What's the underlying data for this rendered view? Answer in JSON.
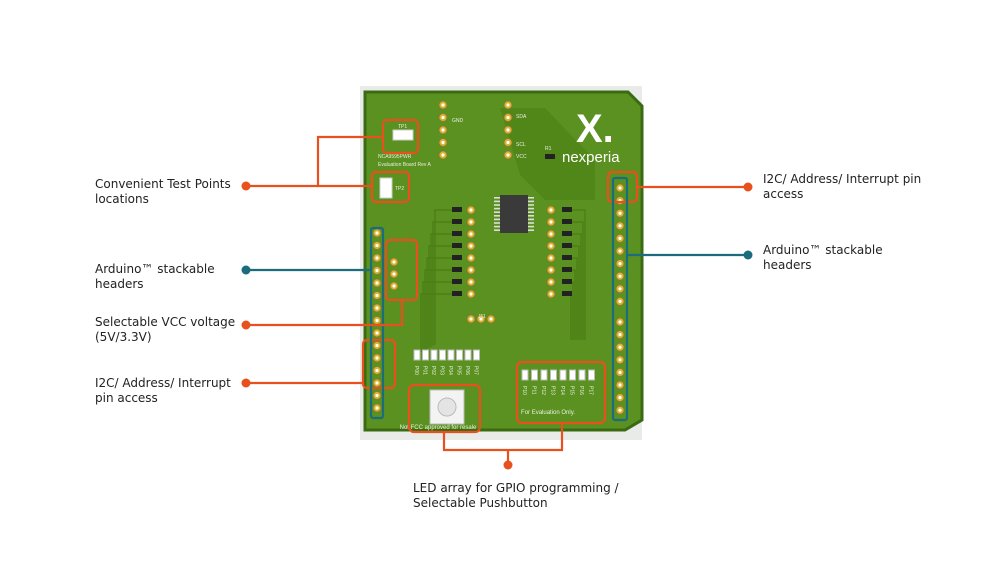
{
  "annotations": {
    "test_points": {
      "line1": "Convenient Test Points",
      "line2": "locations"
    },
    "arduino_left": {
      "line1": "Arduino™ stackable",
      "line2": "headers"
    },
    "vcc": {
      "line1": "Selectable VCC voltage",
      "line2": "(5V/3.3V)"
    },
    "i2c_left": {
      "line1": "I2C/ Address/ Interrupt",
      "line2": "pin access"
    },
    "i2c_right": {
      "line1": "I2C/ Address/ Interrupt pin",
      "line2": "access"
    },
    "arduino_right": {
      "line1": "Arduino™ stackable",
      "line2": "headers"
    },
    "led": {
      "line1": "LED array for GPIO programming /",
      "line2": "Selectable Pushbutton"
    }
  },
  "board": {
    "brand": "nexperia",
    "logo_mark": "X.",
    "part_number": "NCA9595PWR",
    "subtitle": "Evaluation Board Rev A",
    "tp1": "TP1",
    "tp2": "TP2",
    "gnd": "GND",
    "sda": "SDA",
    "scl": "SCL",
    "vcc": "VCC",
    "r1": "R1",
    "j11": "J11",
    "eval_note": "For Evaluation Only.",
    "fcc_note": "Not FCC approved for resale",
    "led_labels_left": [
      "P00",
      "P01",
      "P02",
      "P03",
      "P04",
      "P05",
      "P06",
      "P07"
    ],
    "led_labels_right": [
      "P10",
      "P11",
      "P12",
      "P13",
      "P14",
      "P15",
      "P16",
      "P17"
    ]
  },
  "colors": {
    "orange": "#e8501e",
    "teal": "#1b6c7c",
    "board": "#5b9120",
    "board_edge": "#3a6a12"
  }
}
